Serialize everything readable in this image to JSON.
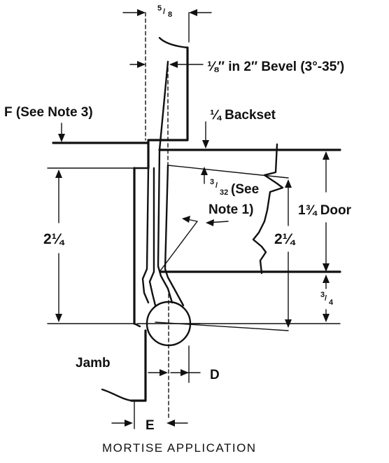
{
  "labels": {
    "top_dim_whole": "",
    "top_dim_num": "5",
    "top_dim_den": "8",
    "bevel": "⅛″ in 2″ Bevel (3°-35′)",
    "f_note": "F (See Note 3)",
    "backset": "¼ Backset",
    "left_height": "2¼",
    "three_32_a": "3",
    "three_32_b": "32",
    "see_1": "(See",
    "note_1": "Note 1)",
    "door": "1¾ Door",
    "right_height": "2¼",
    "three_quarter_num": "3",
    "three_quarter_den": "4",
    "jamb": "Jamb",
    "d": "D",
    "e": "E"
  },
  "caption": "MORTISE APPLICATION"
}
